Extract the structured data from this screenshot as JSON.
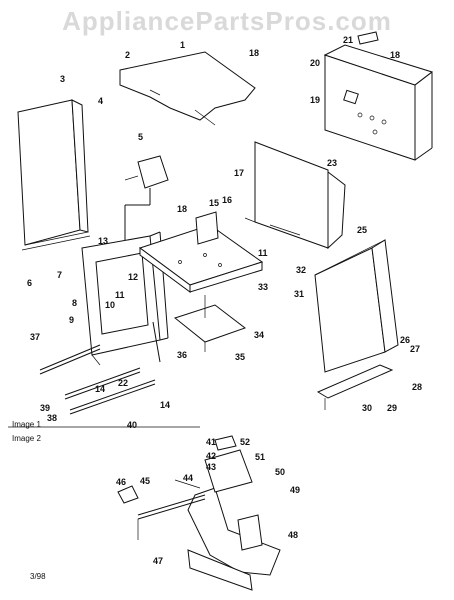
{
  "watermark": "AppliancePartsPros.com",
  "captions": {
    "image1": "Image 1",
    "image2": "Image 2",
    "date": "3/98"
  },
  "callouts": [
    "1",
    "2",
    "3",
    "4",
    "5",
    "6",
    "7",
    "8",
    "9",
    "10",
    "11",
    "12",
    "13",
    "14",
    "15",
    "16",
    "17",
    "18",
    "19",
    "20",
    "21",
    "22",
    "23",
    "25",
    "26",
    "27",
    "28",
    "29",
    "30",
    "31",
    "32",
    "33",
    "34",
    "35",
    "36",
    "37",
    "38",
    "39",
    "40",
    "41",
    "42",
    "43",
    "44",
    "45",
    "46",
    "47",
    "48",
    "49",
    "50",
    "51",
    "52"
  ]
}
